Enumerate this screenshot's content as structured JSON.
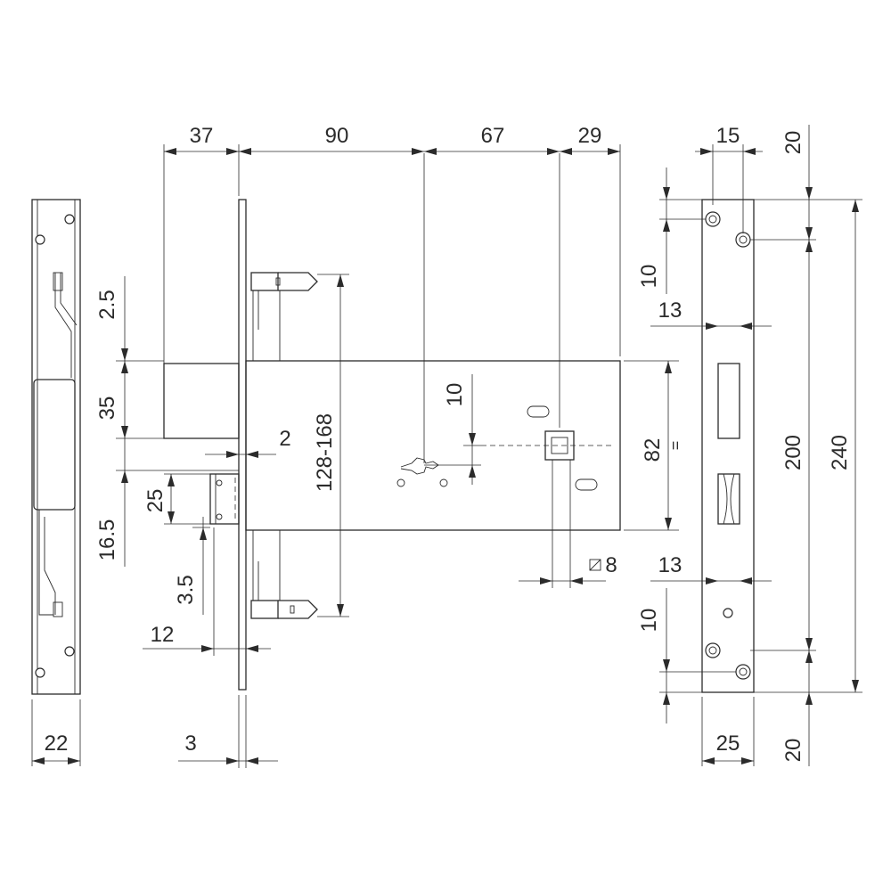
{
  "dimensions": {
    "backset_37": "37",
    "body_90": "90",
    "spindle_67": "67",
    "rear_29": "29",
    "plate_width_15": "15",
    "top_20": "20",
    "bottom_20": "20",
    "screw_10_top": "10",
    "screw_10_bottom": "10",
    "slot_13_top": "13",
    "slot_13_bottom": "13",
    "plate_200": "200",
    "plate_240": "240",
    "faceplate_25": "25",
    "strike_22": "22",
    "front_3": "3",
    "latch_2": "2",
    "bolt_2_5": "2.5",
    "bolt_35": "35",
    "latch_16_5": "16.5",
    "latch_25": "25",
    "gap_3_5": "3.5",
    "offset_12": "12",
    "height_128_168": "128-168",
    "centre_10": "10",
    "case_82": "82",
    "spindle_square_8": "8",
    "equal_mark": "="
  }
}
